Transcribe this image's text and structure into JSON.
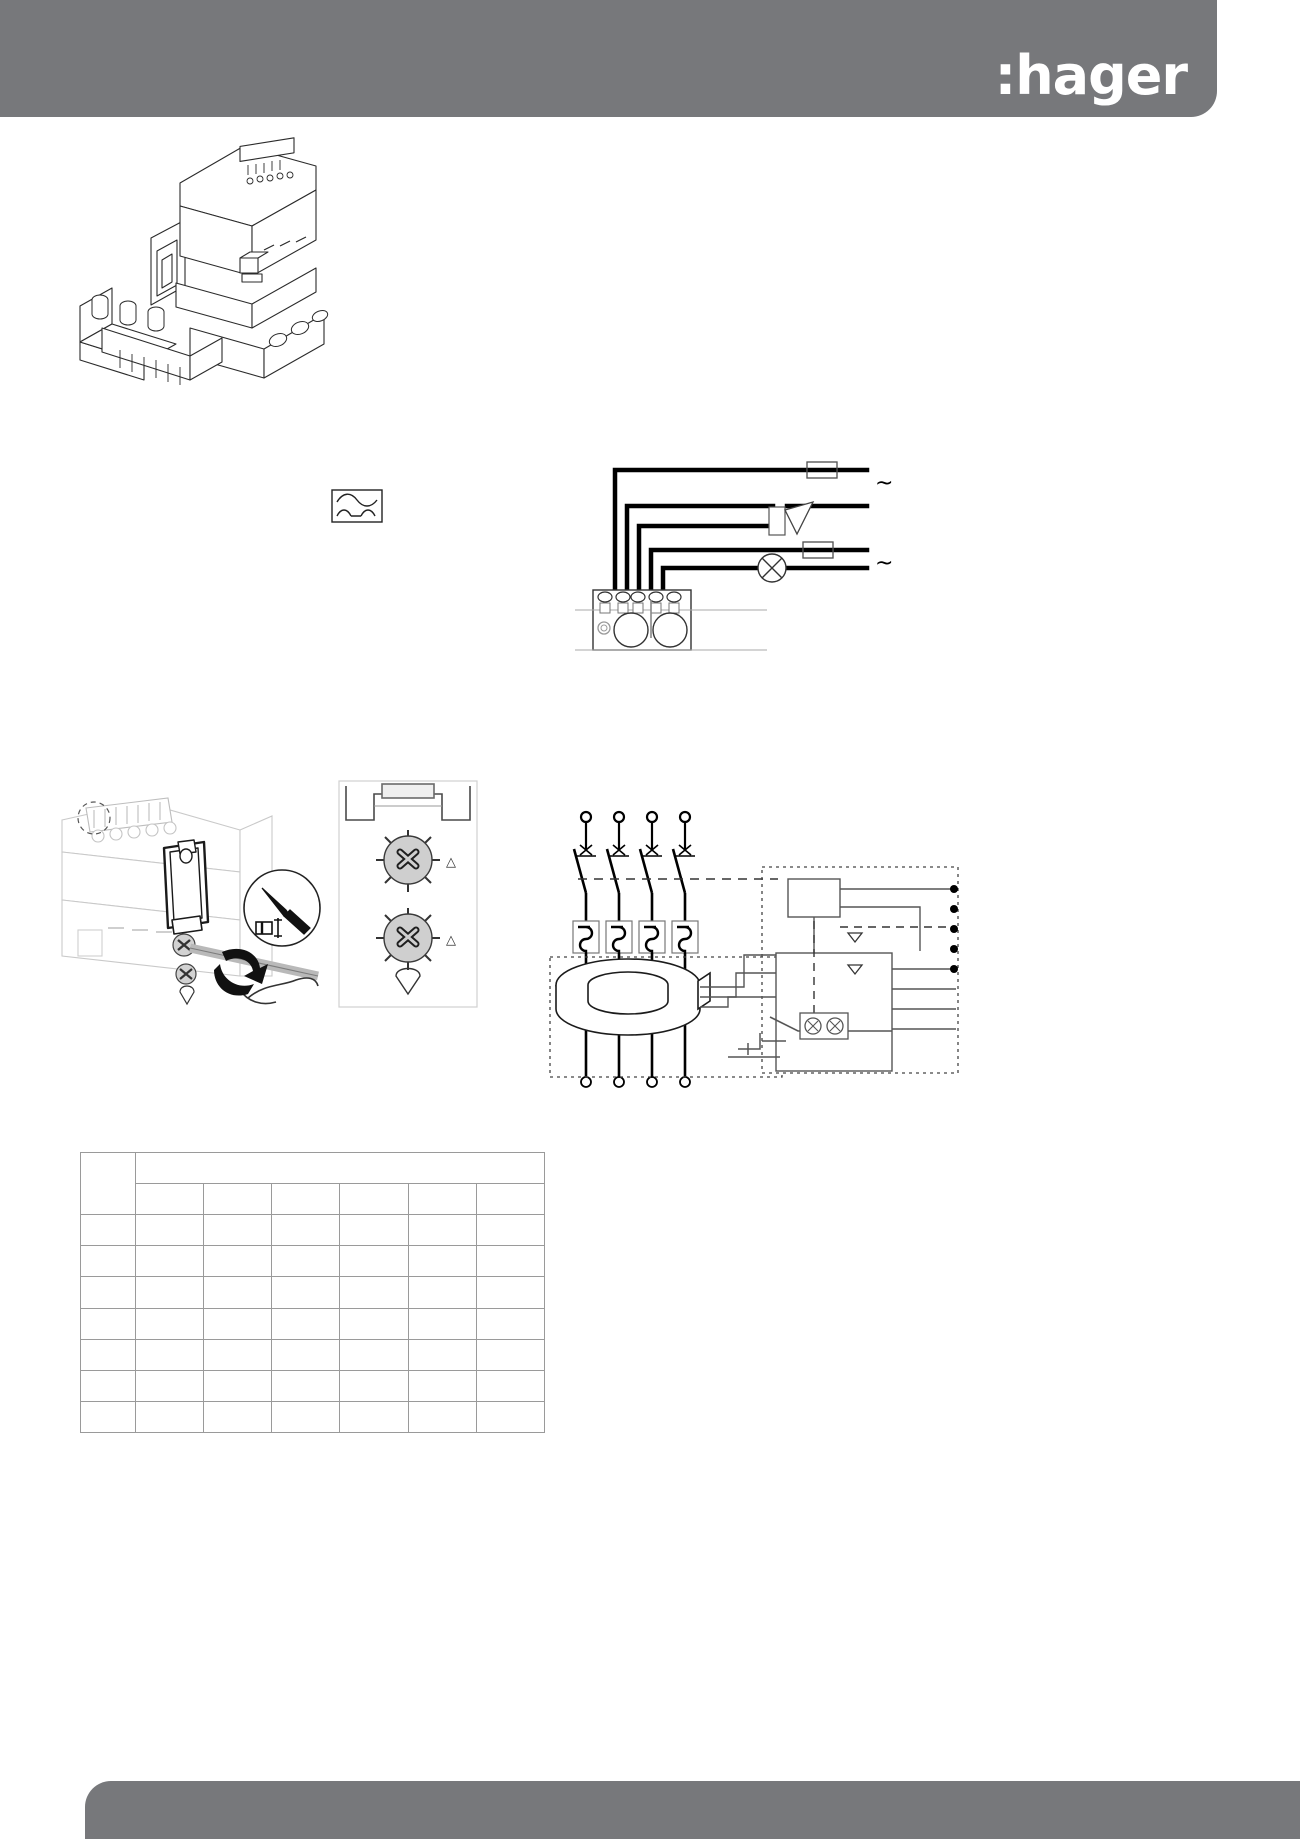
{
  "header": {
    "brand": ":hager",
    "bar_color": "#77787b"
  },
  "footer": {
    "bar_color": "#77787b"
  },
  "figures": {
    "product_photo": {
      "name": "product-line-drawing",
      "caption": ""
    },
    "symbol_ac_dc": {
      "name": "waveform-symbol",
      "caption": ""
    },
    "wiring_top": {
      "name": "auxiliary-wiring-diagram",
      "caption": "",
      "components": [
        {
          "type": "fuse",
          "label": ""
        },
        {
          "type": "horn",
          "label": ""
        },
        {
          "type": "fuse",
          "label": ""
        },
        {
          "type": "lamp",
          "label": ""
        },
        {
          "type": "ac-source",
          "label": "~"
        },
        {
          "type": "ac-source",
          "label": "~"
        },
        {
          "type": "terminal-block",
          "label": ""
        }
      ],
      "ac_symbol": "~"
    },
    "adjust_photo": {
      "name": "setting-adjustment-illustration",
      "caption": ""
    },
    "dials_panel": {
      "name": "rotary-selector-panel",
      "caption": "",
      "dial_count": 2,
      "marker": "▵"
    },
    "schematic": {
      "name": "installation-schematic",
      "caption": "",
      "pole_count": 4
    }
  },
  "table": {
    "name": "specification-table",
    "rows": 8,
    "cols": 7,
    "header_span_label": "",
    "corner_label": "",
    "column_headers": [
      "",
      "",
      "",
      "",
      "",
      ""
    ],
    "row_labels": [
      "",
      "",
      "",
      "",
      "",
      "",
      ""
    ],
    "cells": [
      [
        "",
        "",
        "",
        "",
        "",
        ""
      ],
      [
        "",
        "",
        "",
        "",
        "",
        ""
      ],
      [
        "",
        "",
        "",
        "",
        "",
        ""
      ],
      [
        "",
        "",
        "",
        "",
        "",
        ""
      ],
      [
        "",
        "",
        "",
        "",
        "",
        ""
      ],
      [
        "",
        "",
        "",
        "",
        "",
        ""
      ],
      [
        "",
        "",
        "",
        "",
        "",
        ""
      ]
    ]
  }
}
